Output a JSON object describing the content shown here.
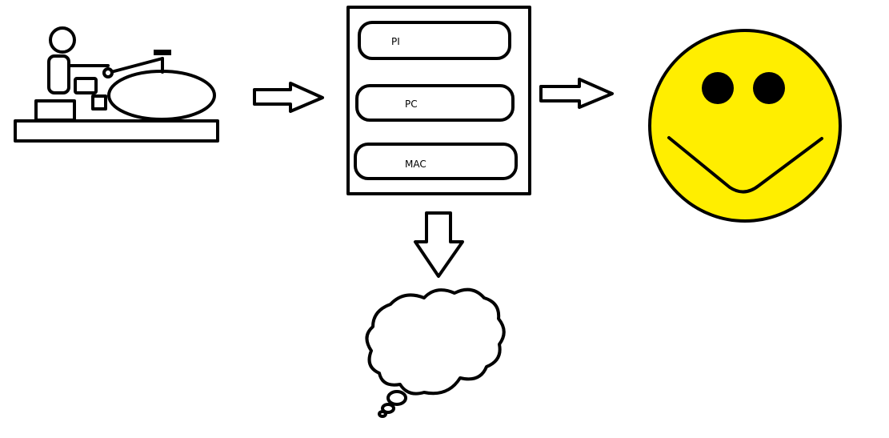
{
  "diagram": {
    "source_icon": "turntable-icon",
    "platforms": [
      {
        "label": "PI"
      },
      {
        "label": "PC"
      },
      {
        "label": "MAC"
      }
    ],
    "result_icon": "smiley-face-icon",
    "cloud_icon": "thought-cloud-icon",
    "colors": {
      "stroke": "#000000",
      "background": "#ffffff",
      "smiley_fill": "#ffee00"
    }
  }
}
